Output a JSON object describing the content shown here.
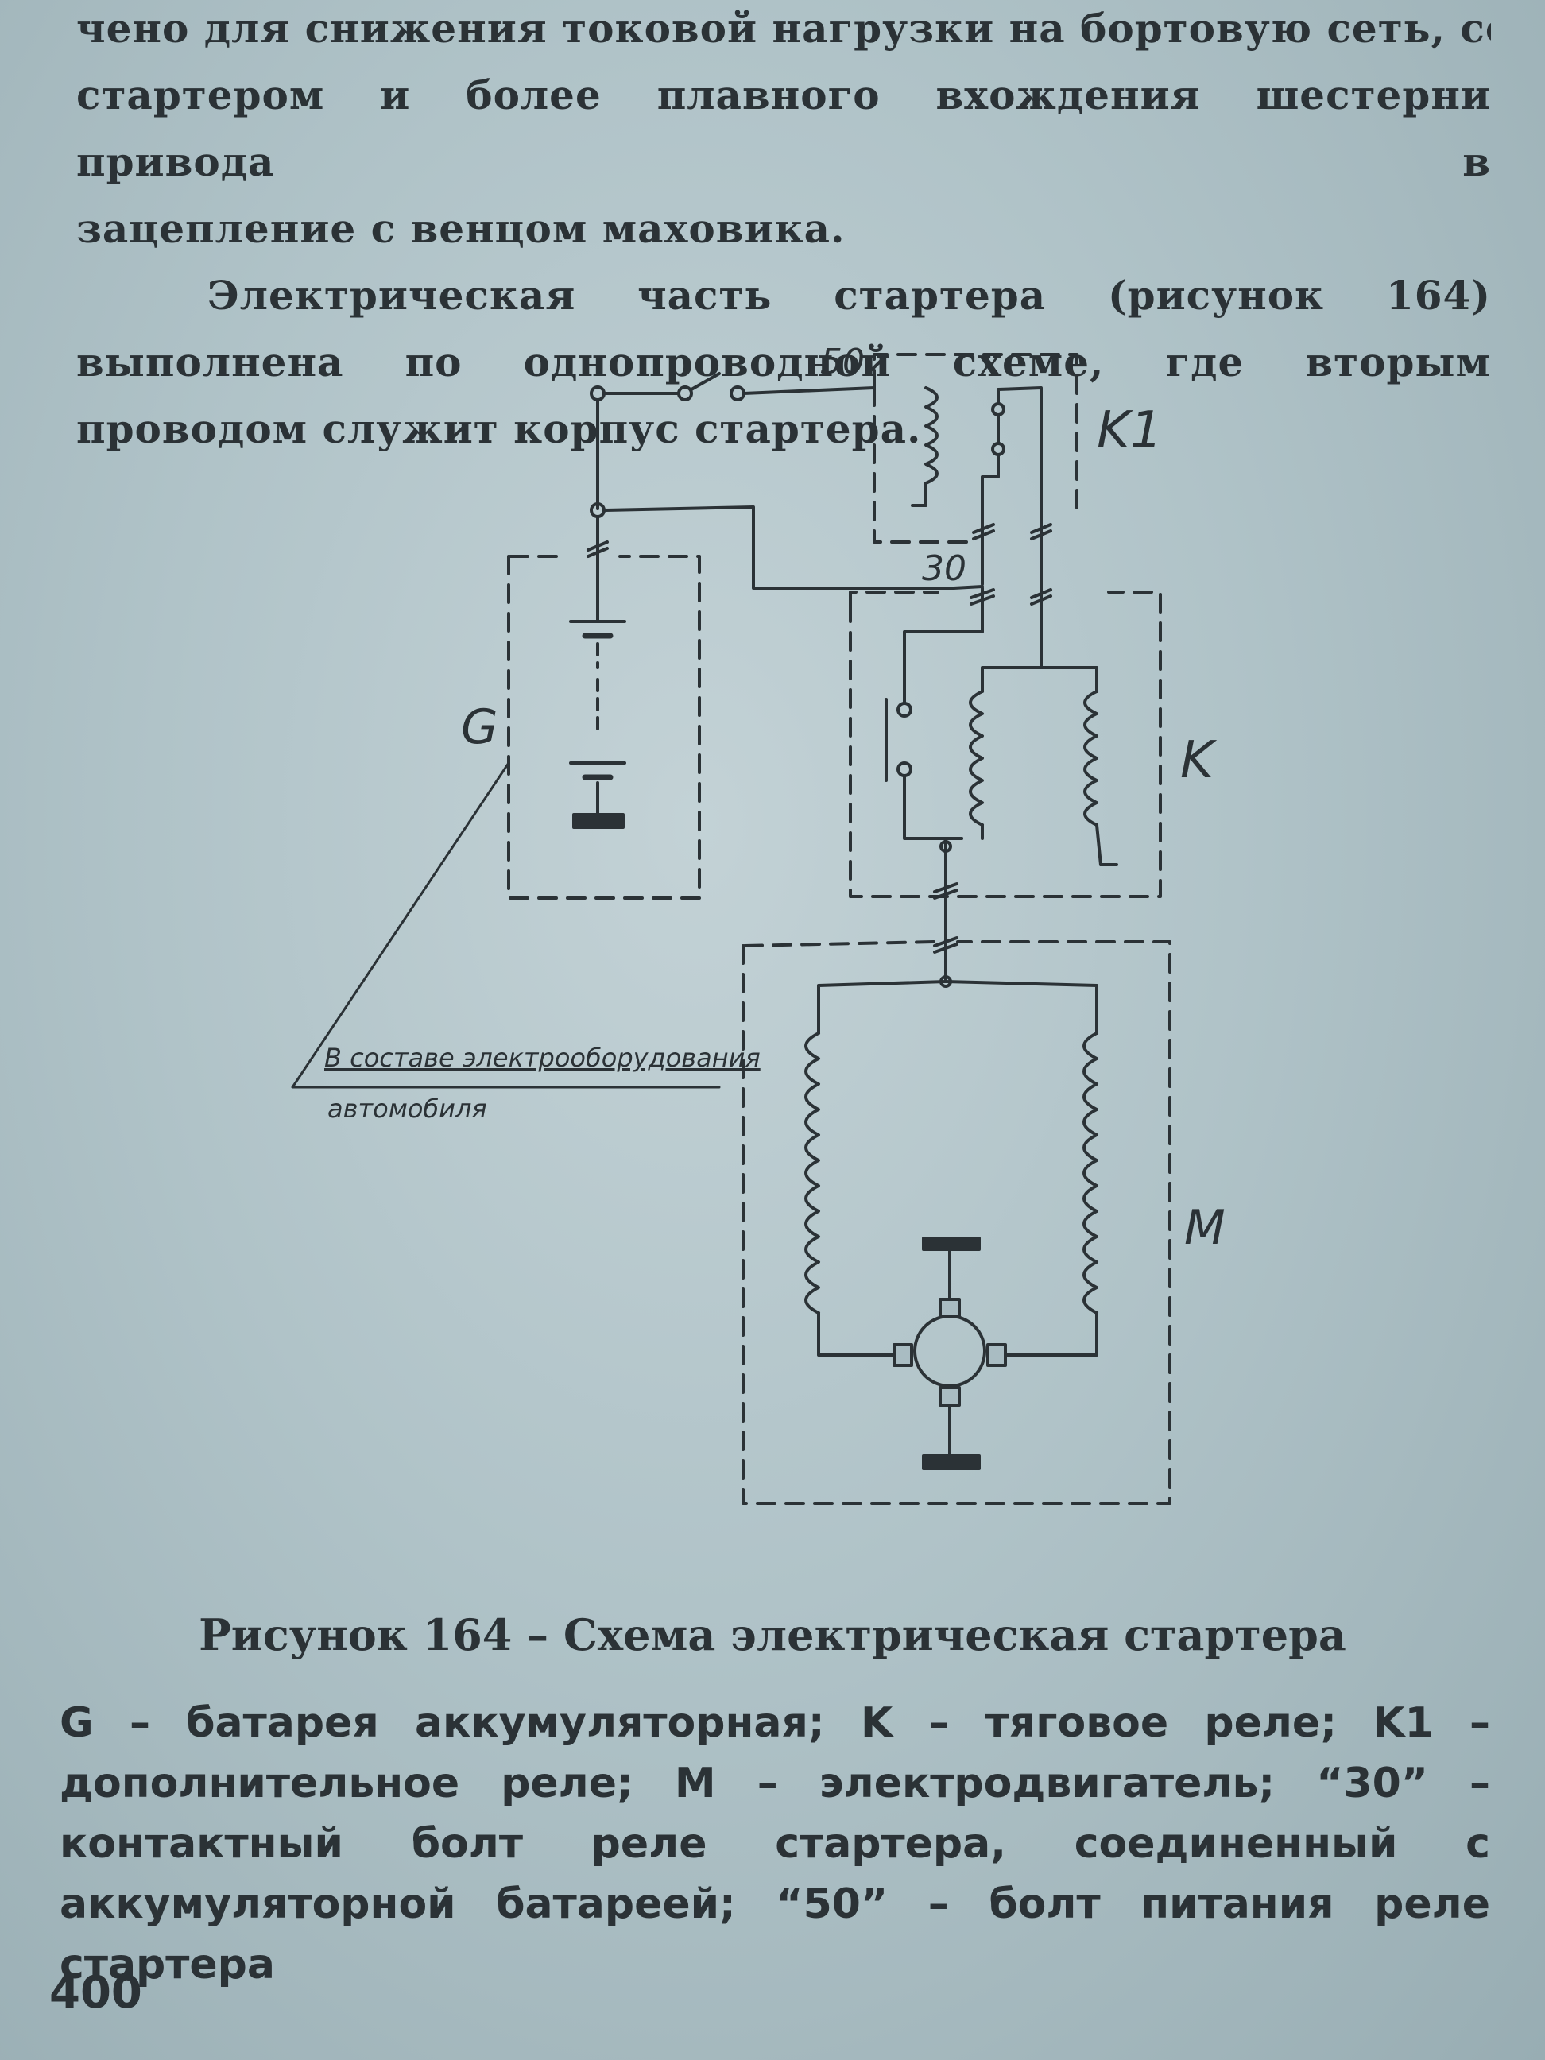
{
  "text": {
    "line1": "чено для снижения токовой нагрузки на бортовую сеть, создаваемой",
    "line2": "стартером и более плавного вхождения шестерни привода в",
    "line3": "зацепление с венцом маховика.",
    "paragraph2": "Электрическая часть стартера (рисунок 164) выполнена по однопроводной схеме, где вторым проводом служит корпус стартера."
  },
  "diagram": {
    "terminal_50": "50",
    "terminal_30": "30",
    "label_k1": "K1",
    "label_g": "G",
    "label_k": "K",
    "label_m": "M",
    "note_line1": "В составе электрооборудования",
    "note_line2": "автомобиля"
  },
  "caption": "Рисунок 164 – Схема электрическая стартера",
  "legend": "G – батарея аккумуляторная; K – тяговое реле; K1 – дополнительное реле; M – электродвигатель; “30” – контактный болт реле стартера, соединенный с аккумуляторной батареей; “50” – болт питания реле стартера",
  "page_number": "400"
}
